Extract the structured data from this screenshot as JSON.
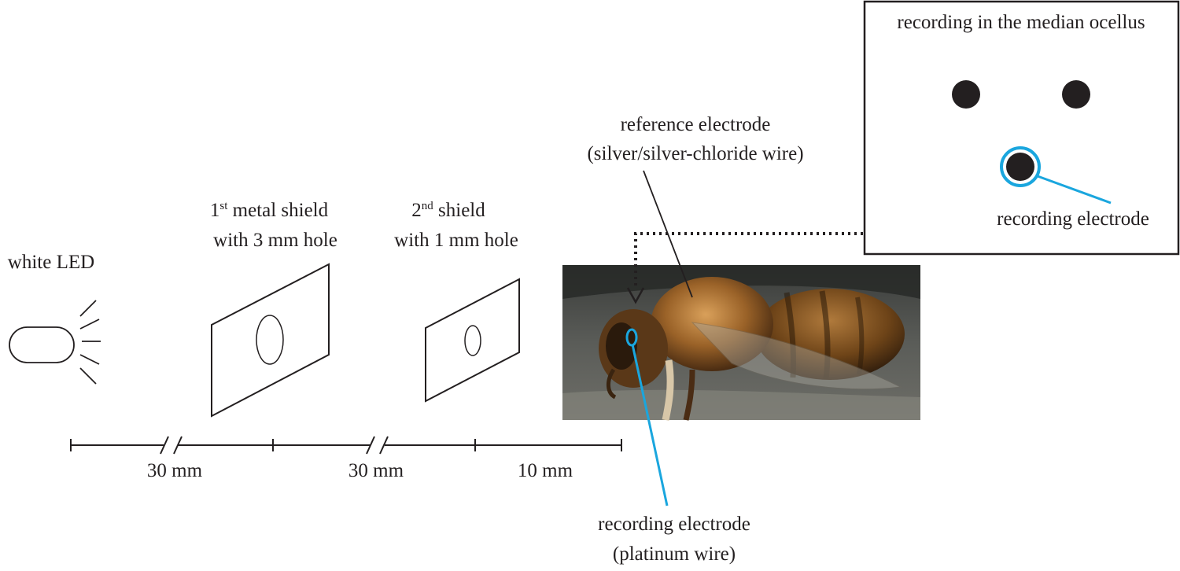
{
  "labels": {
    "white_led": "white LED",
    "shield1_pre": "1",
    "shield1_sup": "st",
    "shield1_line1": " metal shield",
    "shield1_line2": "with 3 mm hole",
    "shield2_pre": "2",
    "shield2_sup": "nd",
    "shield2_line1": " shield",
    "shield2_line2": "with 1 mm hole",
    "ref_line1": "reference electrode",
    "ref_line2": "(silver/silver-chloride wire)",
    "rec_line1": "recording electrode",
    "rec_line2": "(platinum wire)",
    "inset_title": "recording in the median ocellus",
    "inset_electrode": "recording electrode"
  },
  "scale": {
    "segments": [
      "30 mm",
      "30 mm",
      "10 mm"
    ]
  },
  "colors": {
    "ink": "#231f20",
    "electrode": "#1aa6de"
  }
}
